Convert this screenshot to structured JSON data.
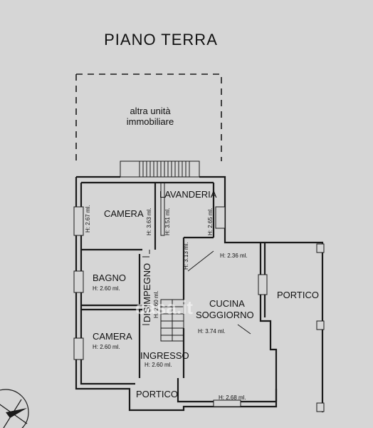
{
  "title": "PIANO TERRA",
  "other_unit": {
    "line1": "altra unità",
    "line2": "immobiliare"
  },
  "rooms": {
    "lavanderia": "LAVANDERIA",
    "camera_top": "CAMERA",
    "bagno": "BAGNO",
    "disimpegno": "DISIMPEGNO",
    "camera_bottom": "CAMERA",
    "ingresso": "INGRESSO",
    "cucina": "CUCINA",
    "soggiorno": "SOGGIORNO",
    "portico_right": "PORTICO",
    "portico_bottom": "PORTICO"
  },
  "heights": {
    "camera_top": "H: 2.67 ml.",
    "lavanderia_a": "H: 3.63 ml.",
    "lavanderia_b": "H: 3.51 ml.",
    "lavanderia_c": "H: 2.65 ml.",
    "bagno": "H: 2.60 ml.",
    "disimpegno": "H: 2.60 ml.",
    "cucina_top": "H: 2.36 ml.",
    "cucina_side": "H: 3.13 ml.",
    "soggiorno": "H: 3.74 ml.",
    "camera_bottom": "H: 2.60 ml.",
    "ingresso": "H: 2.60 ml.",
    "portico_bottom": "H: 2.68 ml."
  },
  "watermark": "casa.it"
}
